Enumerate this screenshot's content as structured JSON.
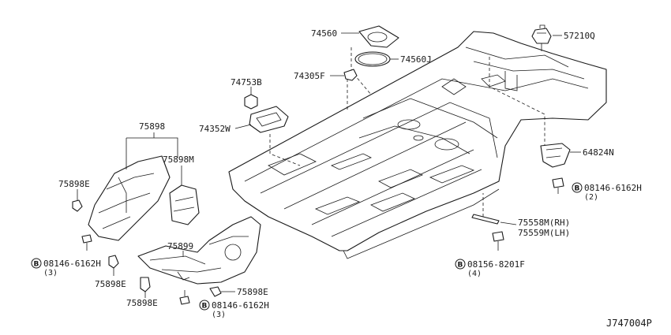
{
  "labels": {
    "p74560": "74560",
    "p74560j": "74560J",
    "p74305f": "74305F",
    "p57210q": "57210Q",
    "p74753b": "74753B",
    "p74352w": "74352W",
    "p75898": "75898",
    "p75898m": "75898M",
    "p75898e_a": "75898E",
    "p75898e_b": "75898E",
    "p75898e_c": "75898E",
    "p75898e_d": "75898E",
    "p75899": "75899",
    "p64824n": "64824N",
    "p75558m": "75558M(RH)",
    "p75559m": "75559M(LH)"
  },
  "bolts": {
    "b1": {
      "letter": "B",
      "code": "08146-6162H",
      "qty": "(3)"
    },
    "b2": {
      "letter": "B",
      "code": "08146-6162H",
      "qty": "(3)"
    },
    "b3": {
      "letter": "B",
      "code": "08146-6162H",
      "qty": "(2)"
    },
    "b4": {
      "letter": "B",
      "code": "08156-8201F",
      "qty": "(4)"
    }
  },
  "reference": "J747004P"
}
